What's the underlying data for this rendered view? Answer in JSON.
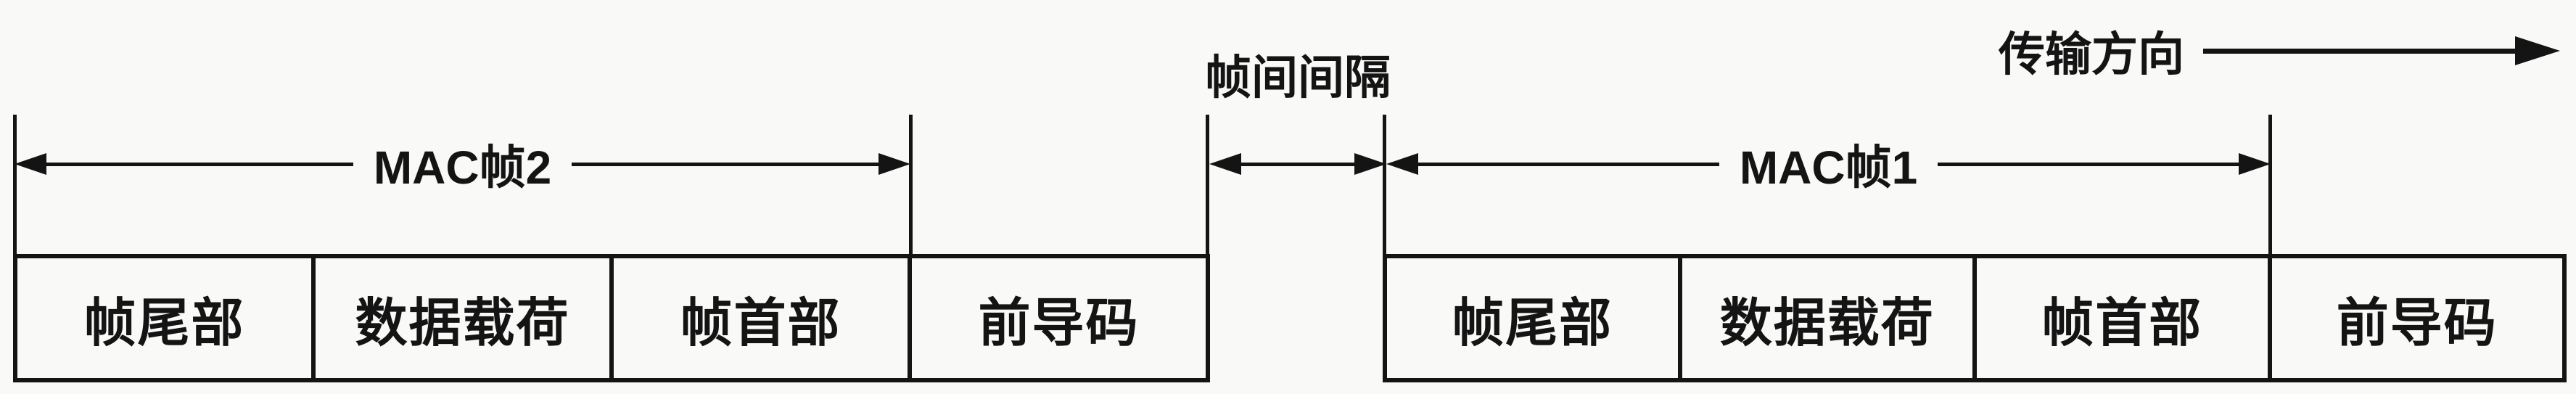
{
  "labels": {
    "direction": "传输方向",
    "gap": "帧间间隔"
  },
  "frames": [
    {
      "name": "MAC帧2",
      "cells": [
        "帧尾部",
        "数据载荷",
        "帧首部",
        "前导码"
      ]
    },
    {
      "name": "MAC帧1",
      "cells": [
        "帧尾部",
        "数据载荷",
        "帧首部",
        "前导码"
      ]
    }
  ],
  "colors": {
    "line": "#141414",
    "background": "#f9f9f7"
  }
}
